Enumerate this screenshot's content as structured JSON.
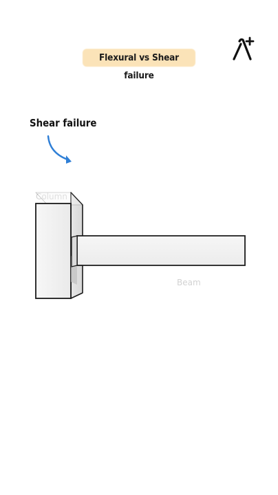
{
  "title": "Flexural vs Shear failure",
  "annotation": "Shear failure",
  "labels": {
    "column": "Column",
    "beam": "Beam"
  },
  "colors": {
    "title_highlight": "#fbe3b8",
    "arrow": "#2f7fd6",
    "outline": "#1a1a1a",
    "face": "#f2f2f2"
  },
  "logo_icon": "lambda-plus-icon"
}
